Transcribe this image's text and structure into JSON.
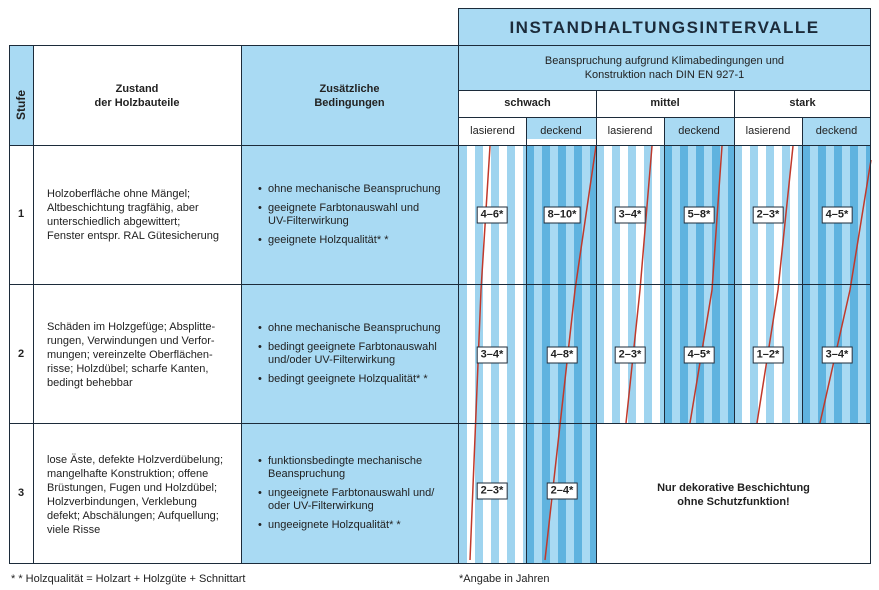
{
  "title": "INSTANDHALTUNGSINTERVALLE",
  "headers": {
    "stufe": "Stufe",
    "zustand_line1": "Zustand",
    "zustand_line2": "der Holzbauteile",
    "bed_line1": "Zusätzliche",
    "bed_line2": "Bedingungen",
    "beanspruchung_line1": "Beanspruchung aufgrund Klimabedingungen und",
    "beanspruchung_line2": "Konstruktion nach DIN EN 927-1",
    "groups": [
      "schwach",
      "mittel",
      "stark"
    ],
    "subs": [
      "lasierend",
      "deckend",
      "lasierend",
      "deckend",
      "lasierend",
      "deckend"
    ]
  },
  "rows": [
    {
      "stufe": "1",
      "zustand": [
        "Holzoberfläche ohne Mängel;",
        "Altbeschichtung tragfähig, aber",
        "unterschiedlich abgewittert;",
        "Fenster entspr. RAL Gütesicherung"
      ],
      "bedingungen": [
        [
          "ohne mechanische Beanspruchung"
        ],
        [
          "geeignete Farbtonauswahl und",
          "UV-Filterwirkung"
        ],
        [
          "geeignete Holzqualität* *"
        ]
      ],
      "values": [
        "4–6*",
        "8–10*",
        "3–4*",
        "5–8*",
        "2–3*",
        "4–5*"
      ]
    },
    {
      "stufe": "2",
      "zustand": [
        "Schäden im Holzgefüge; Absplitte-",
        "rungen, Verwindungen und Verfor-",
        "mungen; vereinzelte Oberflächen-",
        "risse; Holzdübel; scharfe Kanten,",
        "bedingt behebbar"
      ],
      "bedingungen": [
        [
          "ohne mechanische Beanspruchung"
        ],
        [
          "bedingt geeignete Farbtonauswahl",
          "und/oder UV-Filterwirkung"
        ],
        [
          "bedingt geeignete Holzqualität* *"
        ]
      ],
      "values": [
        "3–4*",
        "4–8*",
        "2–3*",
        "4–5*",
        "1–2*",
        "3–4*"
      ]
    },
    {
      "stufe": "3",
      "zustand": [
        "lose Äste, defekte Holzverdübelung;",
        "mangelhafte Konstruktion; offene",
        "Brüstungen, Fugen und Holzdübel;",
        "Holzverbindungen, Verklebung",
        "defekt; Abschälungen; Aufquellung;",
        "viele Risse"
      ],
      "bedingungen": [
        [
          "funktionsbedingte mechanische",
          "Beanspruchung"
        ],
        [
          "ungeeignete Farbtonauswahl und/",
          "oder UV-Filterwirkung"
        ],
        [
          "ungeeignete Holzqualität* *"
        ]
      ],
      "values": [
        "2–3*",
        "2–4*"
      ],
      "note_line1": "Nur dekorative Beschichtung",
      "note_line2": "ohne Schutzfunktion!"
    }
  ],
  "footnotes": {
    "left": "* * Holzqualität = Holzart + Holzgüte + Schnittart",
    "right": "*Angabe in Jahren"
  },
  "colors": {
    "header_blue": "#a9daf3",
    "stripe_light": "#9fd4ef",
    "stripe_dark": "#5fb3df",
    "line_red": "#c0392b",
    "border": "#1c2b3a"
  }
}
